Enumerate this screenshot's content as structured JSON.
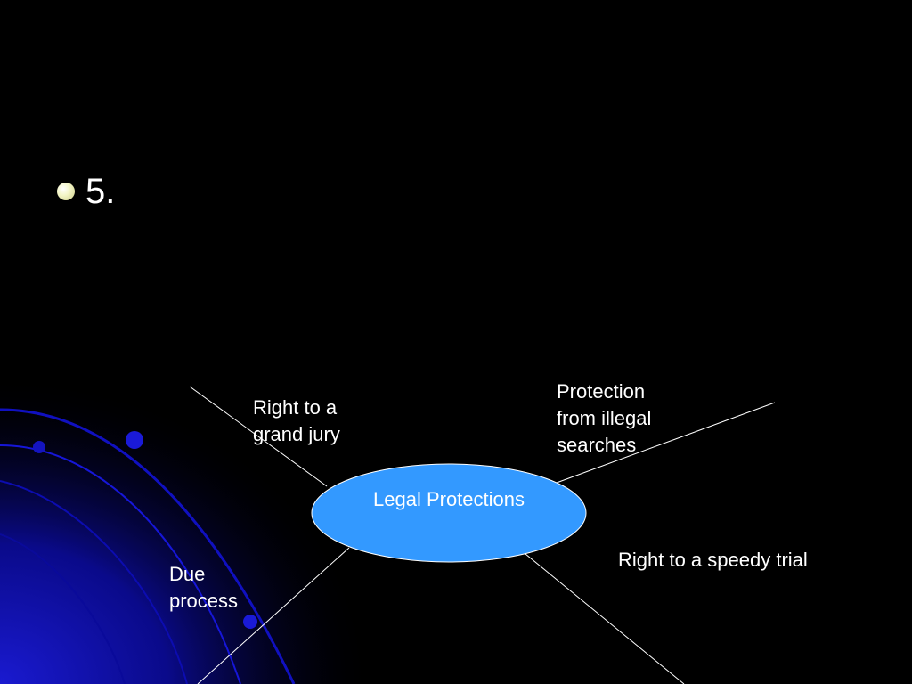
{
  "slide": {
    "bullet_text": "5."
  },
  "diagram": {
    "center": "Legal Protections",
    "spokes": {
      "grand_jury": "Right to a grand jury",
      "searches": "Protection from illegal searches",
      "speedy_trial": "Right to a speedy trial",
      "due_process": "Due process"
    }
  },
  "colors": {
    "background": "#000000",
    "ellipse_fill": "#3399ff",
    "text": "#ffffff",
    "lines": "#ffffff",
    "accent_blue": "#0000cc"
  }
}
